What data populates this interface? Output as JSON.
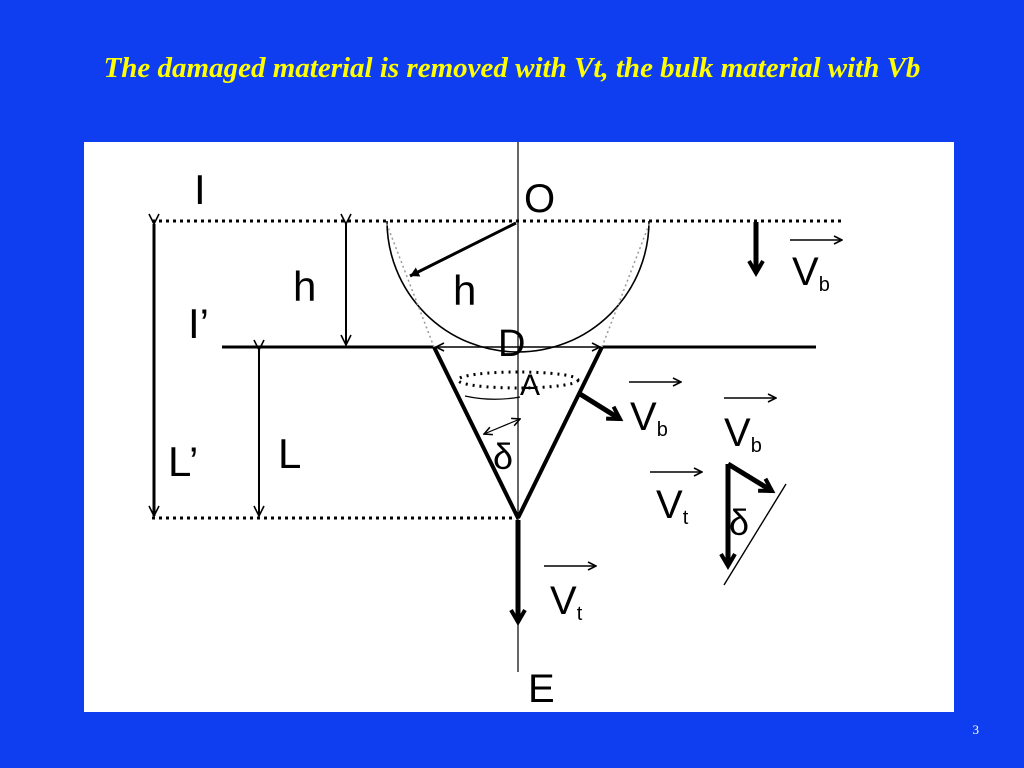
{
  "slide": {
    "title": "The damaged material is removed with Vt, the bulk material with Vb",
    "page_number": "3"
  },
  "diagram": {
    "labels": {
      "I": "I",
      "O": "O",
      "I_prime": "I’",
      "h_left": "h",
      "h_radius": "h",
      "D": "D",
      "A": "A",
      "delta_cone": "δ",
      "L_prime": "L’",
      "L": "L",
      "E": "E",
      "delta_triangle": "δ"
    },
    "vectors": {
      "vb_top": {
        "main": "V",
        "sub": "b"
      },
      "vb_cone": {
        "main": "V",
        "sub": "b"
      },
      "vb_triangle": {
        "main": "V",
        "sub": "b"
      },
      "vt_triangle": {
        "main": "V",
        "sub": "t"
      },
      "vt_bottom": {
        "main": "V",
        "sub": "t"
      }
    }
  }
}
